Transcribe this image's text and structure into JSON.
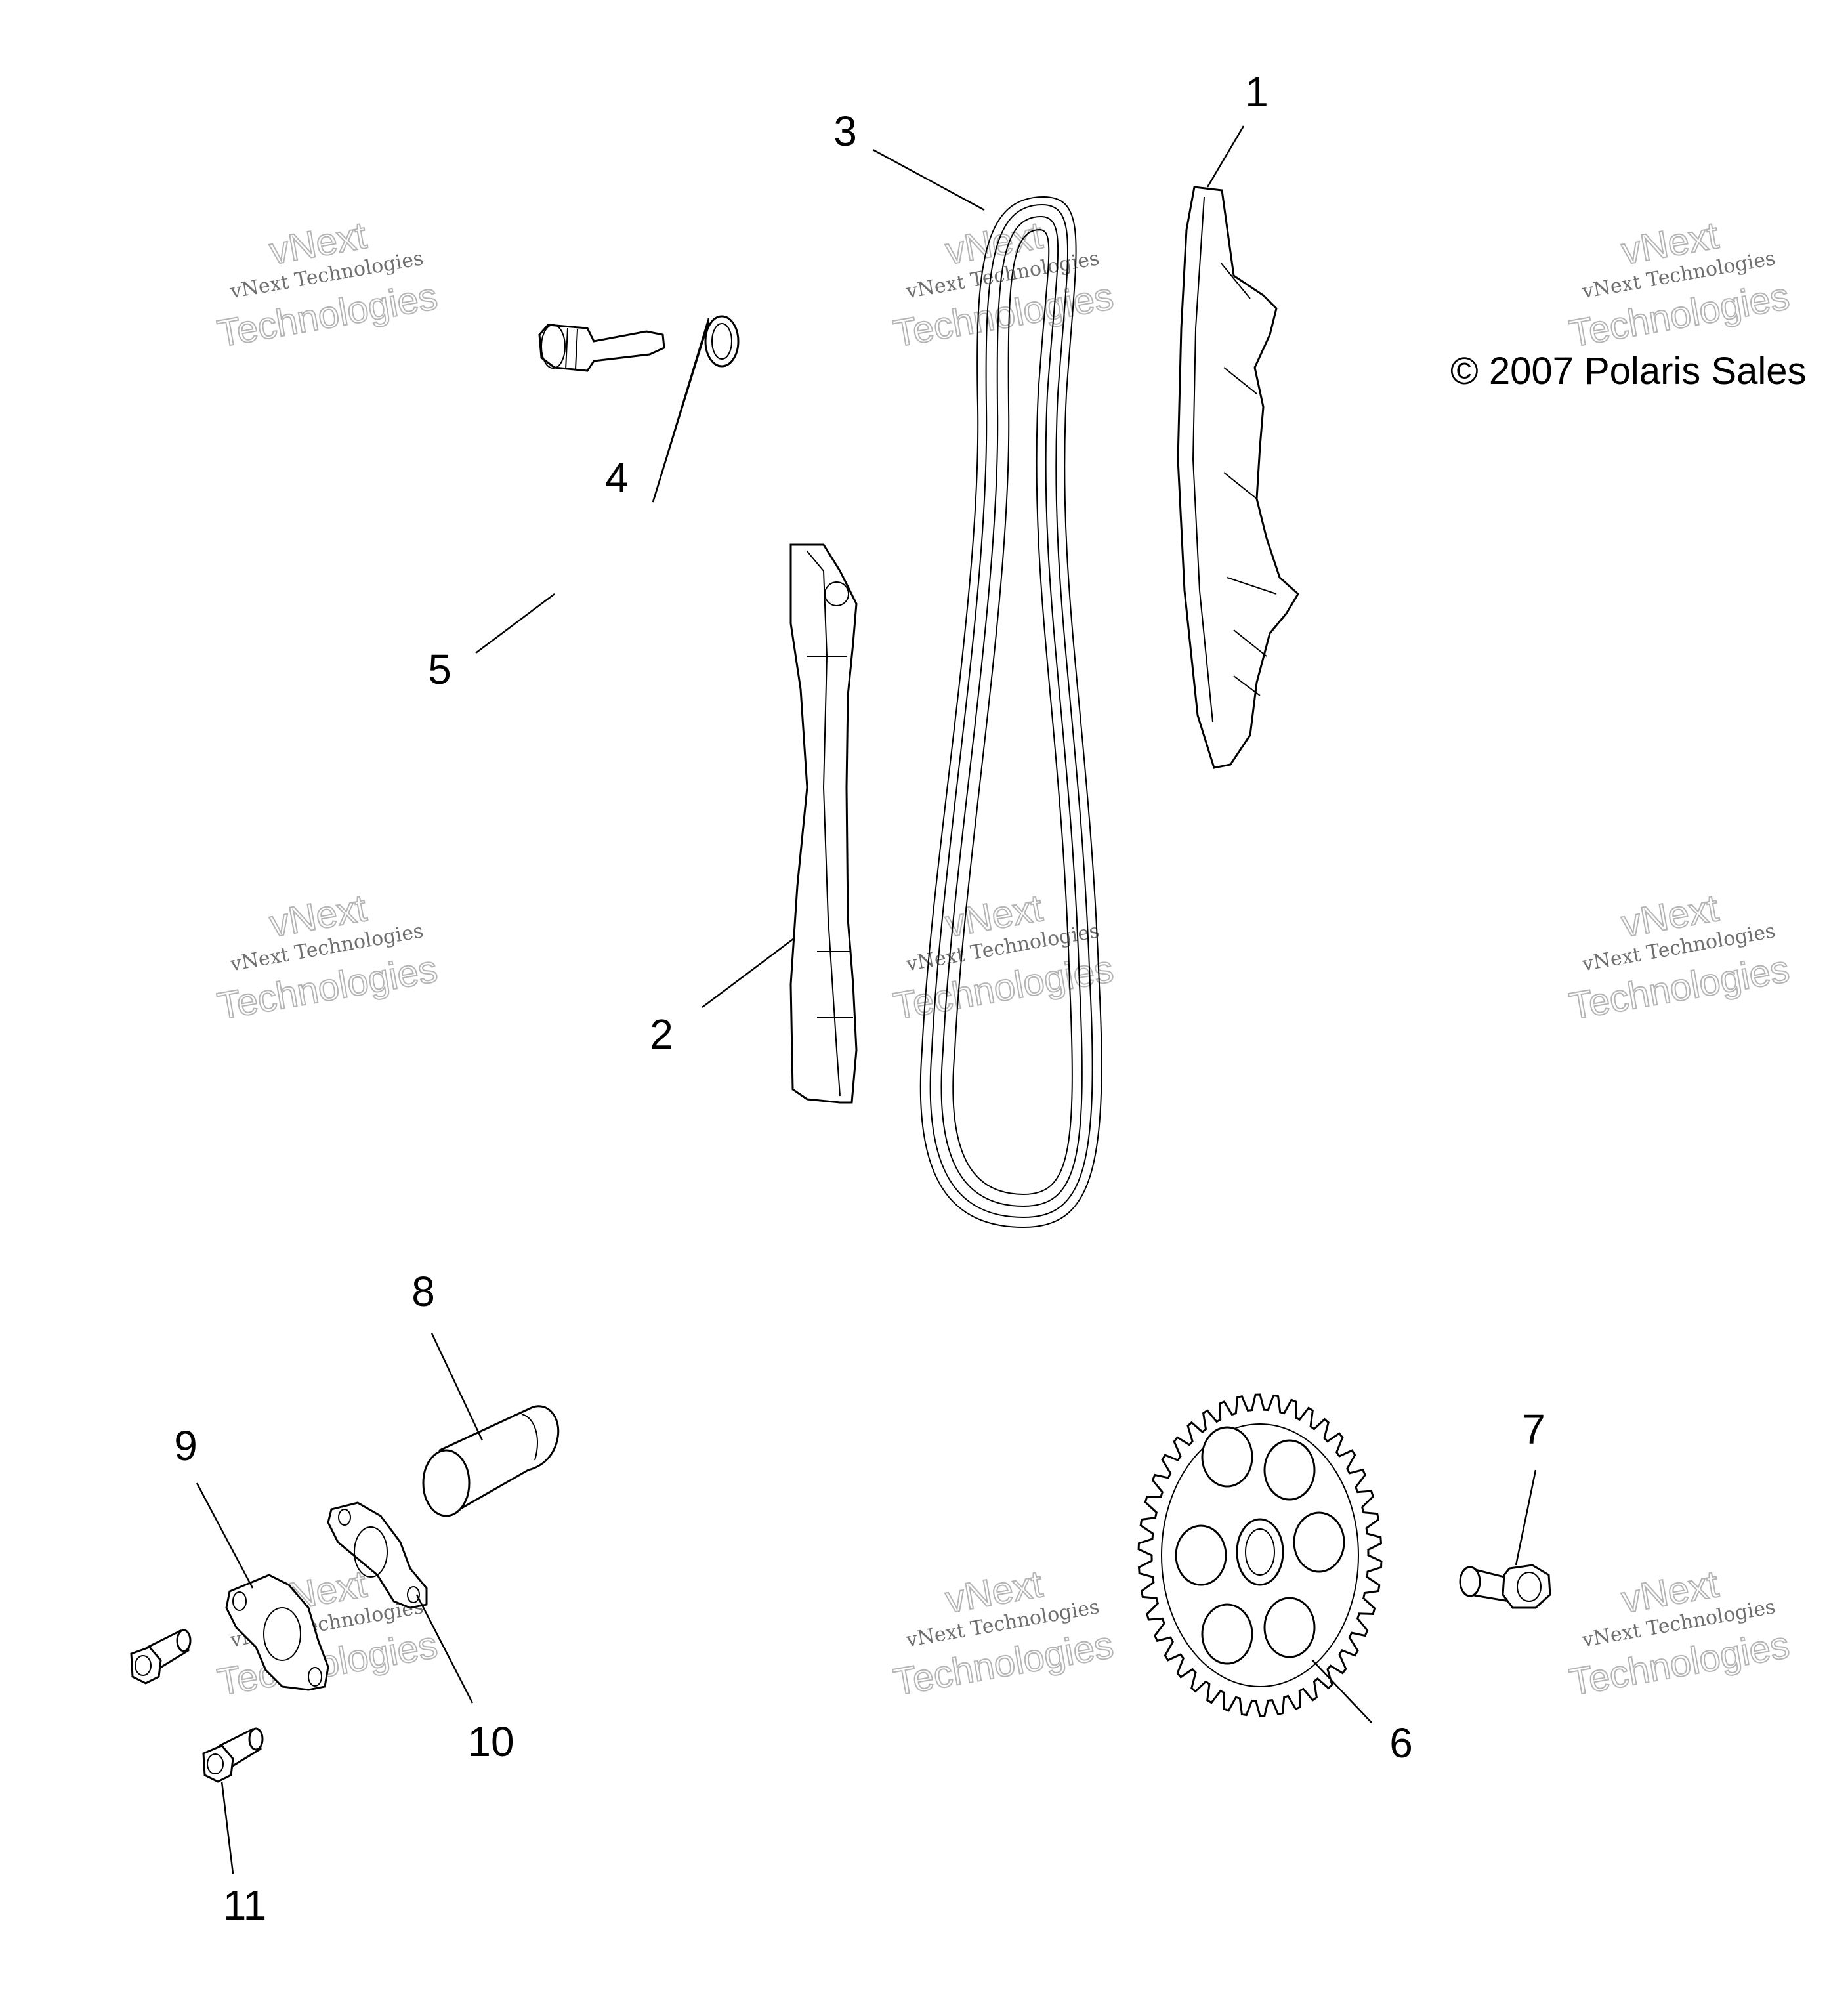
{
  "diagram": {
    "copyright": "© 2007 Polaris Sales",
    "watermark": {
      "line1": "vNext",
      "line2": "vNext Technologies",
      "line3": "Technologies"
    },
    "callouts": [
      {
        "id": "1",
        "label": "1"
      },
      {
        "id": "2",
        "label": "2"
      },
      {
        "id": "3",
        "label": "3"
      },
      {
        "id": "4",
        "label": "4"
      },
      {
        "id": "5",
        "label": "5"
      },
      {
        "id": "6",
        "label": "6"
      },
      {
        "id": "7",
        "label": "7"
      },
      {
        "id": "8",
        "label": "8"
      },
      {
        "id": "9",
        "label": "9"
      },
      {
        "id": "10",
        "label": "10"
      },
      {
        "id": "11",
        "label": "11"
      }
    ]
  }
}
